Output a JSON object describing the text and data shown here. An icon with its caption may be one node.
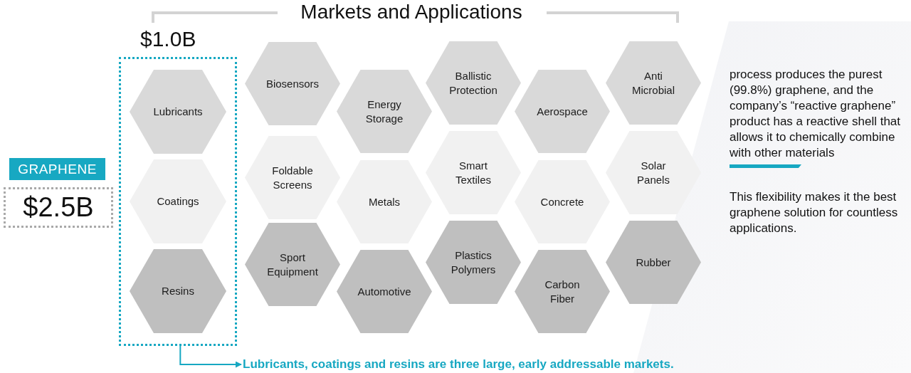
{
  "diagram": {
    "title": "Markets and Applications",
    "nodes": [
      {
        "text": [
          "GRAPHENE"
        ]
      },
      {
        "text": [
          "$2.5B"
        ]
      },
      {
        "text": [
          "$1.0B"
        ]
      },
      {
        "text": [
          "Lubricants"
        ],
        "in": 2
      },
      {
        "text": [
          "Coatings"
        ],
        "in": 2
      },
      {
        "text": [
          "Resins"
        ],
        "in": 2
      },
      {
        "text": [
          "Biosensors"
        ]
      },
      {
        "text": [
          "Energy Storage"
        ]
      },
      {
        "text": [
          "Ballistic Protection"
        ]
      },
      {
        "text": [
          "Aerospace"
        ]
      },
      {
        "text": [
          "Anti Microbial"
        ]
      },
      {
        "text": [
          "Foldable Screens"
        ]
      },
      {
        "text": [
          "Metals"
        ]
      },
      {
        "text": [
          "Smart Textiles"
        ]
      },
      {
        "text": [
          "Concrete"
        ]
      },
      {
        "text": [
          "Solar Panels"
        ]
      },
      {
        "text": [
          "Sport Equipment"
        ]
      },
      {
        "text": [
          "Automotive"
        ]
      },
      {
        "text": [
          "Plastics Polymers"
        ]
      },
      {
        "text": [
          "Carbon Fiber"
        ]
      },
      {
        "text": [
          "Rubber"
        ]
      },
      {
        "text": [
          "Lubricants, coatings and resins are three large, early addressable markets."
        ]
      }
    ],
    "edges": [
      {
        "from": 2,
        "to": 21,
        "arrow": "to"
      }
    ],
    "labels": [
      "process produces the purest (99.8%) graphene, and the company’s “reactive graphene” product has a reactive shell that allows it to chemically combine with other materials",
      "This flexibility makes it the best graphene solution for countless applications."
    ]
  }
}
